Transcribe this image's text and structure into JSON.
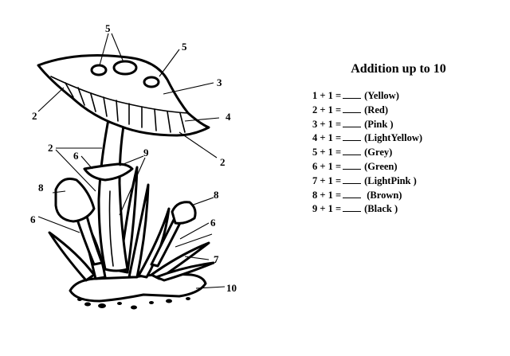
{
  "worksheet": {
    "title": "Addition up to 10",
    "problems": [
      {
        "equation": "1 + 1 =",
        "color_hint": "(Yellow)"
      },
      {
        "equation": "2 + 1 =",
        "color_hint": "(Red)"
      },
      {
        "equation": "3 + 1 =",
        "color_hint": "(Pink )"
      },
      {
        "equation": "4 + 1 =",
        "color_hint": "(LightYellow)"
      },
      {
        "equation": "5 + 1 =",
        "color_hint": "(Grey)"
      },
      {
        "equation": "6 + 1 =",
        "color_hint": "(Green)"
      },
      {
        "equation": "7 + 1 =",
        "color_hint": "(LightPink )"
      },
      {
        "equation": "8 + 1 =",
        "color_hint": " (Brown)"
      },
      {
        "equation": "9 + 1 =",
        "color_hint": "(Black )"
      }
    ]
  },
  "illustration": {
    "subject": "mushroom coloring page",
    "region_numbers": [
      "5",
      "5",
      "3",
      "2",
      "4",
      "2",
      "2",
      "6",
      "9",
      "8",
      "8",
      "6",
      "6",
      "7",
      "10"
    ]
  }
}
